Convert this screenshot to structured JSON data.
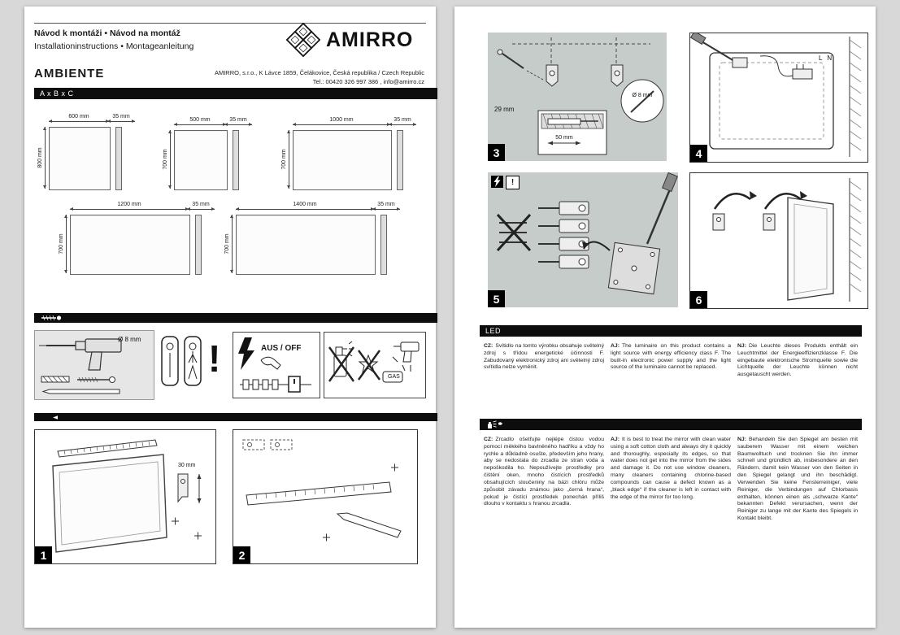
{
  "page1": {
    "header": {
      "title_cz": "Návod k montáži • Návod na montáž",
      "title_de": "Installationinstructions • Montageanleitung",
      "brand": "AMIRRO",
      "product": "AMBIENTE",
      "address": "AMIRRO, s.r.o., K Lávce 1859, Čelákovice, Česká republika / Czech Republic",
      "contact": "Tel.: 00420 326 997 386 , info@amirro.cz"
    },
    "size_bar": "A x B x C",
    "mirrors": [
      {
        "width": "600 mm",
        "height": "800 mm",
        "depth": "35 mm"
      },
      {
        "width": "500 mm",
        "height": "700 mm",
        "depth": "35 mm"
      },
      {
        "width": "1000 mm",
        "height": "700 mm",
        "depth": "35 mm"
      },
      {
        "width": "1200 mm",
        "height": "700 mm",
        "depth": "35 mm"
      },
      {
        "width": "1400 mm",
        "height": "700 mm",
        "depth": "35 mm"
      }
    ],
    "tools": {
      "drill_diameter": "Ø 8 mm",
      "exclamation": "!",
      "switch_off": "AUS / OFF",
      "gas": "GAS"
    },
    "step1": {
      "number": "1",
      "bracket_offset": "30 mm"
    },
    "step2": {
      "number": "2"
    }
  },
  "page2": {
    "step3": {
      "number": "3",
      "anchor_offset": "29 mm",
      "hole_diameter": "Ø 8 mm",
      "hole_depth": "50 mm"
    },
    "step4": {
      "number": "4",
      "terminals": "L N"
    },
    "step5": {
      "number": "5",
      "exclamation": "!"
    },
    "step6": {
      "number": "6"
    },
    "led": {
      "title": "LED",
      "columns": [
        {
          "lang": "CZ:",
          "text": "Svítidlo na tomto výrobku obsahuje světelný zdroj s třídou energetické účinnosti F. Zabudovaný elektronický zdroj ani světelný zdroj svítidla nelze vyměnit."
        },
        {
          "lang": "AJ:",
          "text": "The luminaire on this product contains a light source with energy efficiency class F. The built-in electronic power supply and the light source of the luminaire cannot be replaced."
        },
        {
          "lang": "NJ:",
          "text": "Die Leuchte dieses Produkts enthält ein Leuchtmittel der Energieeffizienzklasse F. Die eingebaute elektronische Stromquelle sowie die Lichtquelle der Leuchte können nicht ausgetauscht werden."
        }
      ]
    },
    "care": {
      "columns": [
        {
          "lang": "CZ:",
          "text": "Zrcadlo ošetřujte nejlépe čistou vodou pomocí měkkého bavlněného hadříku a vždy ho rychle a důkladně osušte, především jeho hrany, aby se nedostala do zrcadla ze stran voda a nepoškodila ho. Nepoužívejte prostředky pro čištění oken, mnoho čistících prostředků obsahujících sloučeniny na bázi chlóru může způsobit závadu známou jako „černá hrana“, pokud je čistící prostředek ponechán příliš dlouho v kontaktu s hranou zrcadla."
        },
        {
          "lang": "AJ:",
          "text": "It is best to treat the mirror with clean water using a soft cotton cloth and always dry it quickly and thoroughly, especially its edges, so that water does not get into the mirror from the sides and damage it. Do not use window cleaners, many cleaners containing chlorine-based compounds can cause a defect known as a „black edge“ if the cleaner is left in contact with the edge of the mirror for too long."
        },
        {
          "lang": "NJ:",
          "text": "Behandeln Sie den Spiegel am besten mit sauberem Wasser mit einem weichen Baumwolltuch und trocknen Sie ihn immer schnell und gründlich ab, insbesondere an den Rändern, damit kein Wasser von den Seiten in den Spiegel gelangt und ihn beschädigt. Verwenden Sie keine Fensterreiniger, viele Reiniger, die Verbindungen auf Chlorbasis enthalten, können einen als „schwarze Kante“ bekannten Defekt verursachen, wenn der Reiniger zu lange mit der Kante des Spiegels in Kontakt bleibt."
        }
      ]
    }
  }
}
